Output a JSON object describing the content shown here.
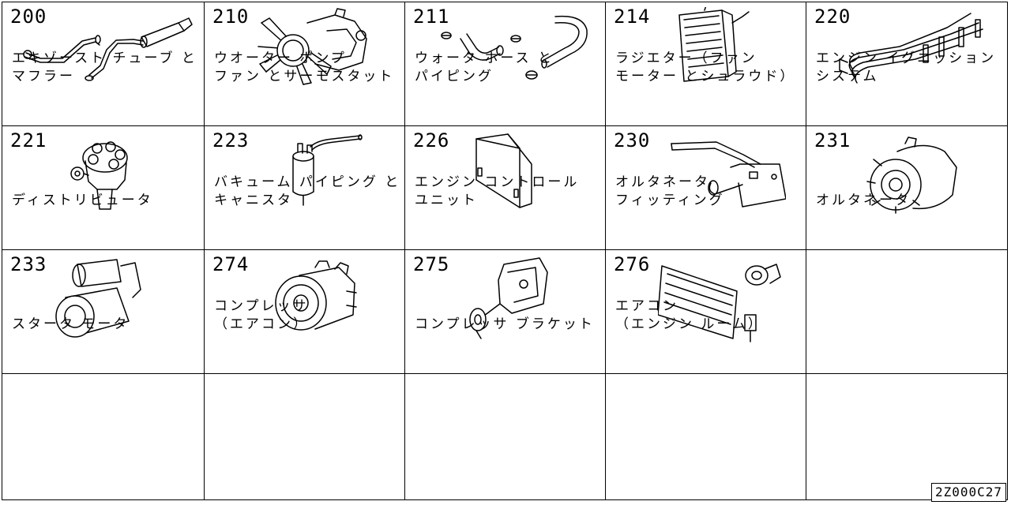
{
  "cells": [
    {
      "num": "200",
      "line1": "エキゾースト チューブ と",
      "line2": "マフラー",
      "icon": "exhaust-muffler-icon"
    },
    {
      "num": "210",
      "line1": "ウオーター ポンプ",
      "line2": "ファン とサーモスタット",
      "icon": "water-pump-fan-icon"
    },
    {
      "num": "211",
      "line1": "ウォータ ホース と",
      "line2": "パイピング",
      "icon": "water-hose-icon"
    },
    {
      "num": "214",
      "line1": "ラジエター（ファン",
      "line2": "モーター とシュラウド）",
      "icon": "radiator-icon"
    },
    {
      "num": "220",
      "line1": "エンジン イグニッション",
      "line2": "システム",
      "icon": "ignition-wires-icon"
    },
    {
      "num": "221",
      "line1": "ディストリビュータ",
      "line2": "",
      "icon": "distributor-icon"
    },
    {
      "num": "223",
      "line1": "バキューム パイピング と",
      "line2": "キャニスタ",
      "icon": "canister-icon"
    },
    {
      "num": "226",
      "line1": "エンジン コントロール",
      "line2": "ユニット",
      "icon": "control-unit-icon"
    },
    {
      "num": "230",
      "line1": "オルタネータ",
      "line2": "フィッティング",
      "icon": "alternator-bracket-icon"
    },
    {
      "num": "231",
      "line1": "オルタネータ",
      "line2": "",
      "icon": "alternator-icon"
    },
    {
      "num": "233",
      "line1": "スタータ モータ",
      "line2": "",
      "icon": "starter-motor-icon"
    },
    {
      "num": "274",
      "line1": "コンプレッサ",
      "line2": "（エアコン）",
      "icon": "compressor-icon"
    },
    {
      "num": "275",
      "line1": "コンプレッサ ブラケット",
      "line2": "",
      "icon": "compressor-bracket-icon"
    },
    {
      "num": "276",
      "line1": "エアコン",
      "line2": "（エンジン ルーム）",
      "icon": "condenser-icon"
    }
  ],
  "footer_code": "2Z000C27"
}
